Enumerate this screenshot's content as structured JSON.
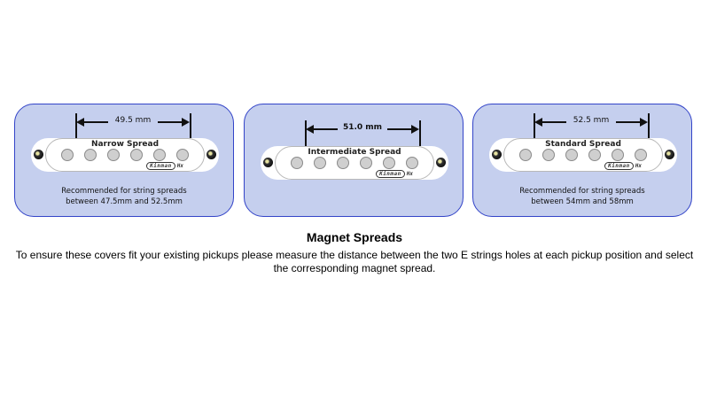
{
  "colors": {
    "card_fill": "#c5cfee",
    "card_border": "#3344c8",
    "pole_fill": "#cfcfcf"
  },
  "icons": {
    "screw": "screw-icon",
    "pole_piece": "magnet-pole-icon",
    "arrow": "double-arrow-icon"
  },
  "spreads": [
    {
      "name": "Narrow Spread",
      "measurement": "49.5 mm",
      "logo_brand": "Kinman",
      "logo_suffix": "Hx",
      "recommendation_line1": "Recommended for string spreads",
      "recommendation_line2": "between 47.5mm and 52.5mm"
    },
    {
      "name": "Intermediate Spread",
      "measurement": "51.0 mm",
      "logo_brand": "Kinman",
      "logo_suffix": "Hx",
      "recommendation_line1": "",
      "recommendation_line2": ""
    },
    {
      "name": "Standard Spread",
      "measurement": "52.5 mm",
      "logo_brand": "Kinman",
      "logo_suffix": "Hx",
      "recommendation_line1": "Recommended for string spreads",
      "recommendation_line2": "between 54mm and 58mm"
    }
  ],
  "section": {
    "title": "Magnet Spreads",
    "description_line1": "To ensure these covers fit your existing pickups please measure the distance between the two E strings holes at each pickup position and select",
    "description_line2": "the corresponding magnet spread."
  }
}
